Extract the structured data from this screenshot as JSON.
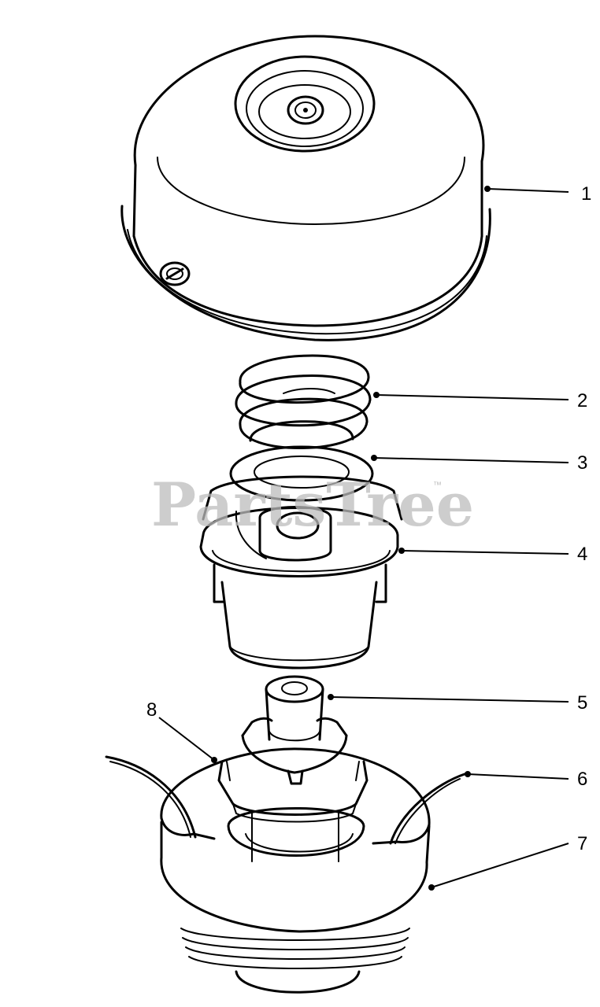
{
  "watermark": {
    "text": "PartsTree",
    "trademark": "™"
  },
  "callouts": [
    {
      "id": "1",
      "label": "1"
    },
    {
      "id": "2",
      "label": "2"
    },
    {
      "id": "3",
      "label": "3"
    },
    {
      "id": "4",
      "label": "4"
    },
    {
      "id": "5",
      "label": "5"
    },
    {
      "id": "6",
      "label": "6"
    },
    {
      "id": "7",
      "label": "7"
    },
    {
      "id": "8",
      "label": "8"
    }
  ]
}
